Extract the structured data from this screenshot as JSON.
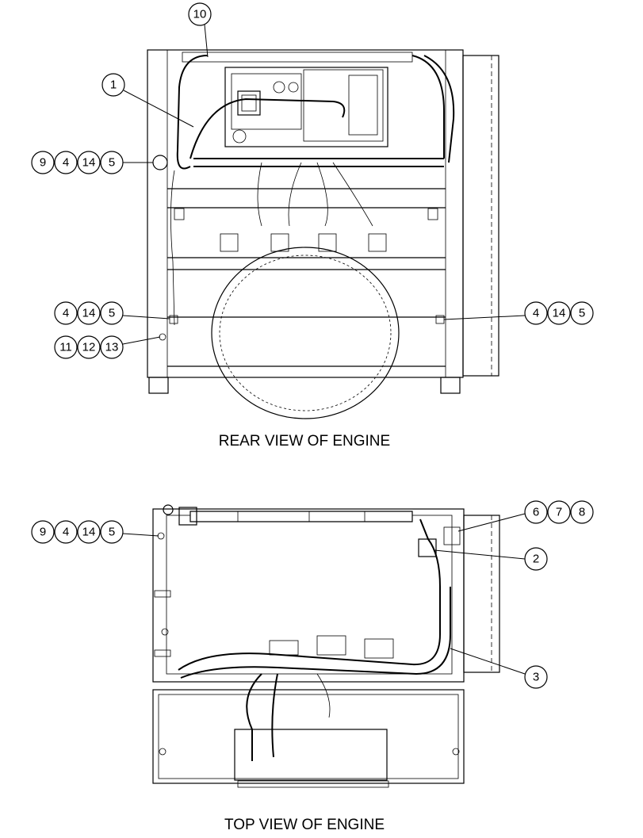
{
  "captions": {
    "rear": "REAR VIEW OF ENGINE",
    "top": "TOP VIEW OF ENGINE"
  },
  "callouts": [
    {
      "id": "c10",
      "labels": [
        "10"
      ]
    },
    {
      "id": "c1",
      "labels": [
        "1"
      ]
    },
    {
      "id": "c9-4-14-5-rear",
      "labels": [
        "9",
        "4",
        "14",
        "5"
      ]
    },
    {
      "id": "c4-14-5-left",
      "labels": [
        "4",
        "14",
        "5"
      ]
    },
    {
      "id": "c11-12-13",
      "labels": [
        "11",
        "12",
        "13"
      ]
    },
    {
      "id": "c4-14-5-right",
      "labels": [
        "4",
        "14",
        "5"
      ]
    },
    {
      "id": "c9-4-14-5-top",
      "labels": [
        "9",
        "4",
        "14",
        "5"
      ]
    },
    {
      "id": "c6-7-8",
      "labels": [
        "6",
        "7",
        "8"
      ]
    },
    {
      "id": "c2",
      "labels": [
        "2"
      ]
    },
    {
      "id": "c3",
      "labels": [
        "3"
      ]
    }
  ]
}
